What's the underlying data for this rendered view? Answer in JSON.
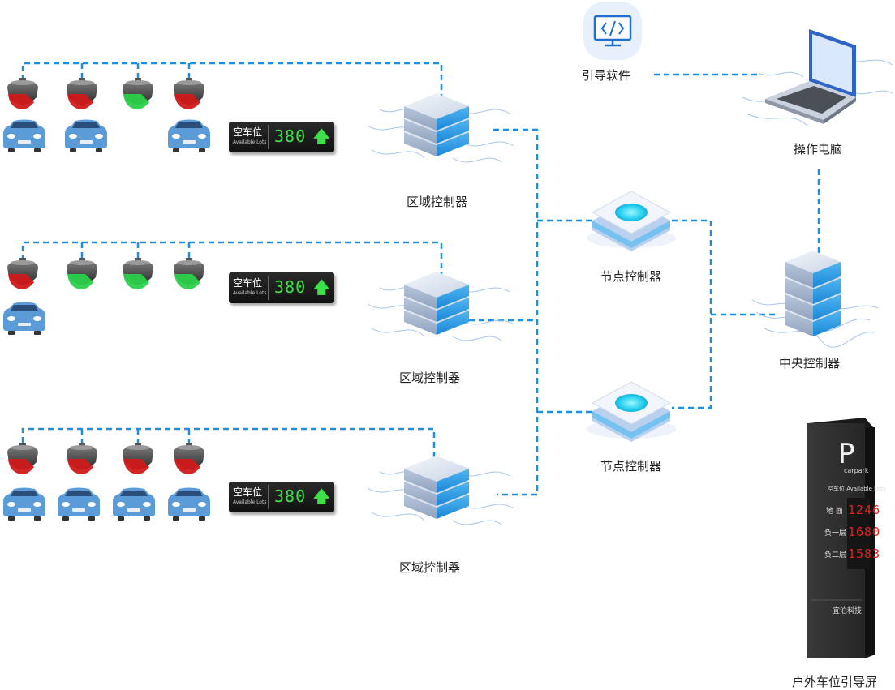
{
  "labels": {
    "zone_controller_1": "区域控制器",
    "zone_controller_2": "区域控制器",
    "zone_controller_3": "区域控制器",
    "node_controller_1": "节点控制器",
    "node_controller_2": "节点控制器",
    "central_controller": "中央控制器",
    "software": "引导软件",
    "computer": "操作电脑",
    "outdoor_screen": "户外车位引导屏"
  },
  "led_displays": [
    {
      "title": "空车位",
      "subtitle": "Available Lots",
      "count": "380",
      "arrow": "up-arrow-icon"
    },
    {
      "title": "空车位",
      "subtitle": "Available Lots",
      "count": "380",
      "arrow": "up-arrow-icon"
    },
    {
      "title": "空车位",
      "subtitle": "Available Lots",
      "count": "380",
      "arrow": "up-arrow-icon"
    }
  ],
  "sensor_rows": [
    {
      "lights": [
        "red",
        "red",
        "green",
        "red"
      ],
      "cars": [
        true,
        true,
        false,
        true
      ]
    },
    {
      "lights": [
        "red",
        "green",
        "green",
        "green"
      ],
      "cars": [
        true,
        false,
        false,
        false
      ]
    },
    {
      "lights": [
        "red",
        "red",
        "red",
        "red"
      ],
      "cars": [
        true,
        true,
        true,
        true
      ]
    }
  ],
  "outdoor_sign": {
    "logo_letter": "P",
    "logo_word": "carpark",
    "heading": "空车位 Available Lots",
    "rows": [
      {
        "floor": "地 面",
        "count": "1246"
      },
      {
        "floor": "负一层",
        "count": "1680"
      },
      {
        "floor": "负二层",
        "count": "1583"
      }
    ],
    "brand": "宜泊科技"
  },
  "colors": {
    "line": "#1e8fe0",
    "led_green": "#3ee04a",
    "sensor_red": "#d01a1a",
    "sensor_green": "#2bd04a",
    "car_blue": "#5a9bd8",
    "sign_red": "#e02020"
  }
}
